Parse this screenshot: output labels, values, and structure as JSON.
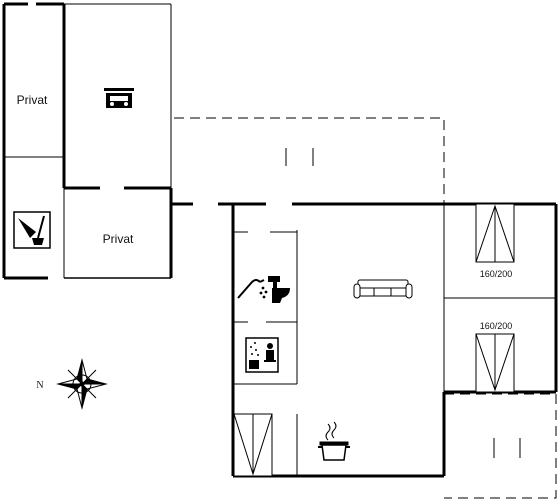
{
  "rooms": {
    "privat_top": "Privat",
    "privat_mid": "Privat",
    "bed_top": "160/200",
    "bed_bottom": "160/200"
  },
  "compass": {
    "north": "N"
  },
  "icons": {
    "garage": "car-in-garage-icon",
    "storage": "cleaning-tools-icon",
    "bathroom_shower": "shower-icon",
    "bathroom_toilet": "toilet-icon",
    "sauna": "sauna-icon",
    "living": "sofa-icon",
    "kitchen": "cooking-pot-icon",
    "compass": "compass-rose-icon"
  },
  "colors": {
    "line": "#000000",
    "background": "#ffffff"
  }
}
